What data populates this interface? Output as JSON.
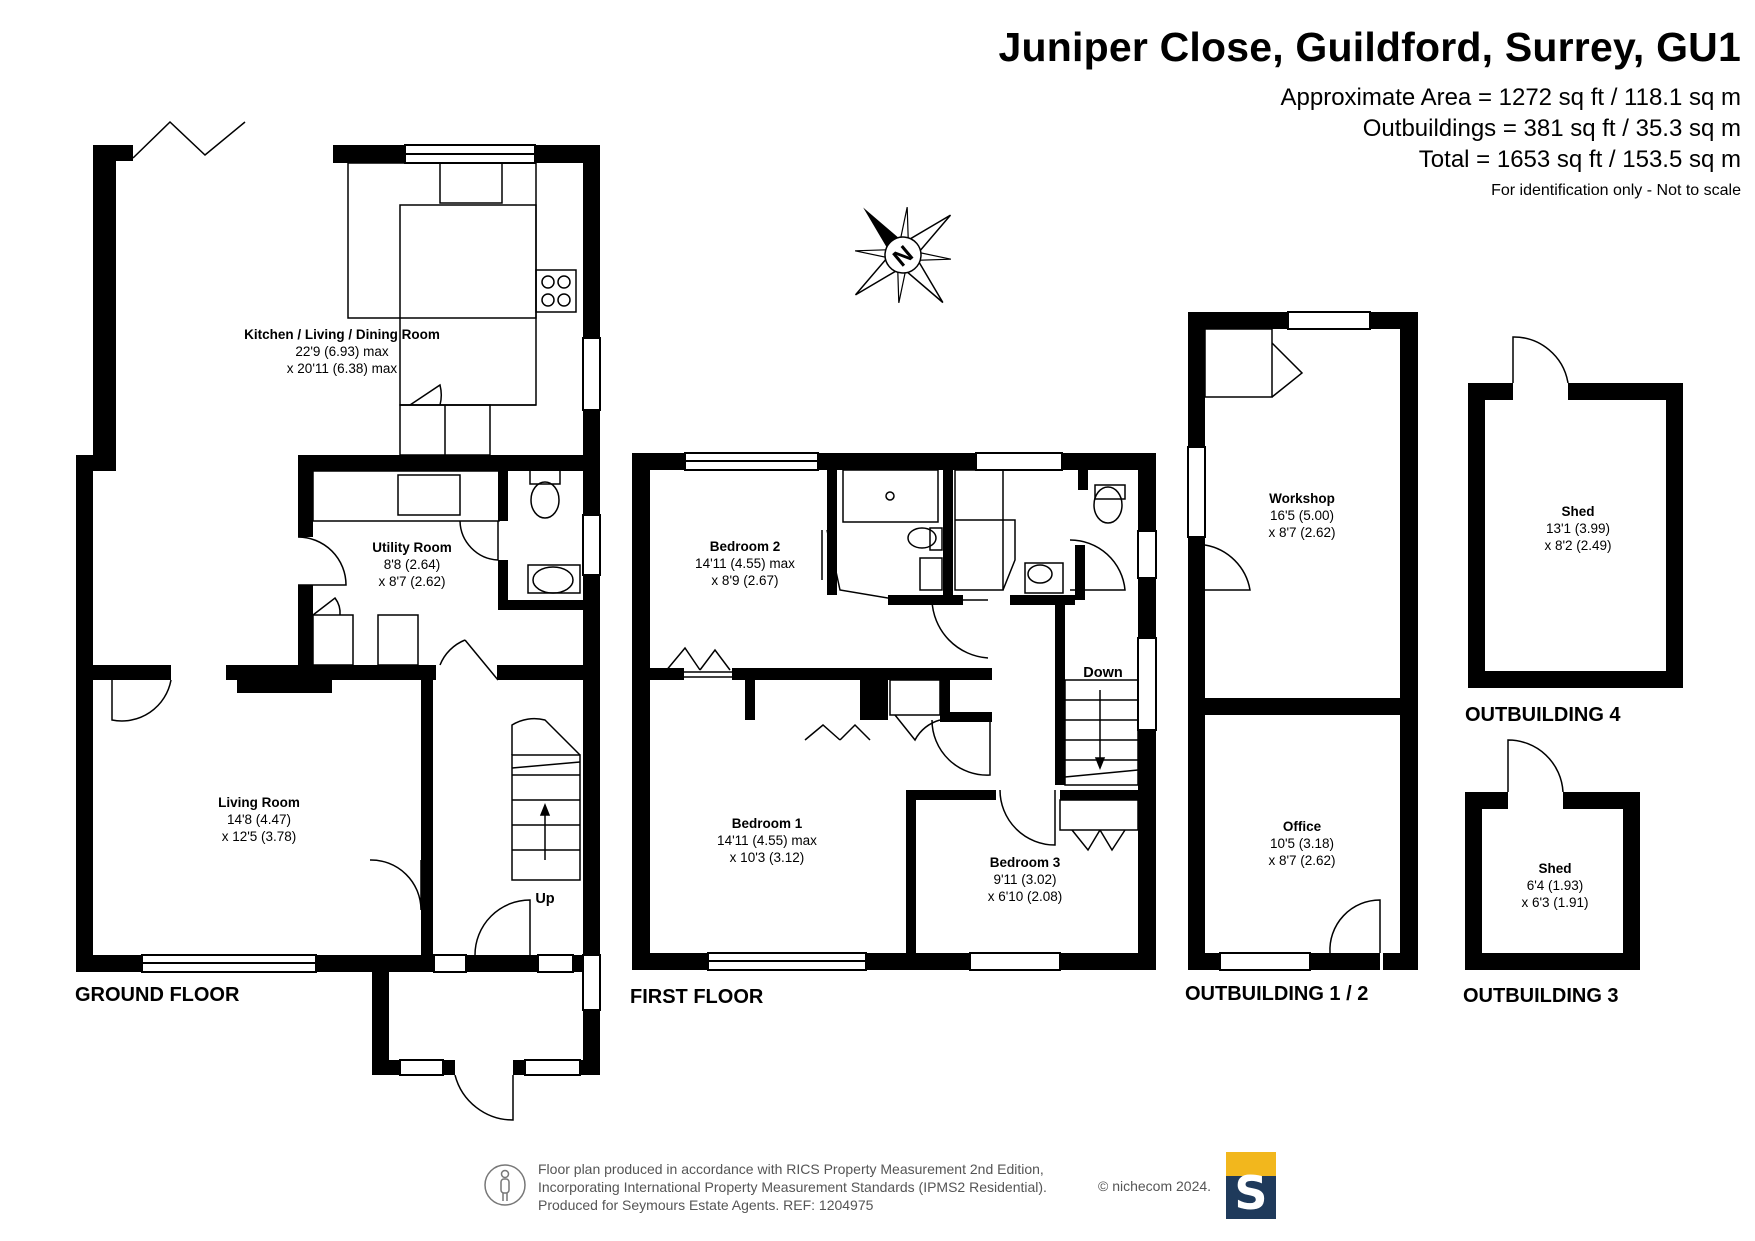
{
  "header": {
    "title": "Juniper Close, Guildford, Surrey, GU1",
    "area": "Approximate Area = 1272 sq ft / 118.1 sq m",
    "outbuildings": "Outbuildings = 381 sq ft / 35.3 sq m",
    "total": "Total = 1653 sq ft / 153.5 sq m",
    "note": "For identification only - Not to scale"
  },
  "compass": {
    "letter": "N"
  },
  "ground_floor": {
    "label": "GROUND FLOOR",
    "up_label": "Up",
    "rooms": [
      {
        "name": "Kitchen / Living / Dining Room",
        "dim1": "22'9 (6.93) max",
        "dim2": "x 20'11 (6.38) max"
      },
      {
        "name": "Utility Room",
        "dim1": "8'8 (2.64)",
        "dim2": "x 8'7 (2.62)"
      },
      {
        "name": "Living Room",
        "dim1": "14'8 (4.47)",
        "dim2": "x 12'5 (3.78)"
      }
    ]
  },
  "first_floor": {
    "label": "FIRST FLOOR",
    "down_label": "Down",
    "rooms": [
      {
        "name": "Bedroom 2",
        "dim1": "14'11 (4.55) max",
        "dim2": "x 8'9 (2.67)"
      },
      {
        "name": "Bedroom 1",
        "dim1": "14'11 (4.55) max",
        "dim2": "x 10'3 (3.12)"
      },
      {
        "name": "Bedroom 3",
        "dim1": "9'11 (3.02)",
        "dim2": "x 6'10 (2.08)"
      }
    ]
  },
  "outbuilding_12": {
    "label": "OUTBUILDING 1 / 2",
    "rooms": [
      {
        "name": "Workshop",
        "dim1": "16'5 (5.00)",
        "dim2": "x 8'7 (2.62)"
      },
      {
        "name": "Office",
        "dim1": "10'5 (3.18)",
        "dim2": "x 8'7 (2.62)"
      }
    ]
  },
  "outbuilding_4": {
    "label": "OUTBUILDING 4",
    "rooms": [
      {
        "name": "Shed",
        "dim1": "13'1 (3.99)",
        "dim2": "x 8'2 (2.49)"
      }
    ]
  },
  "outbuilding_3": {
    "label": "OUTBUILDING 3",
    "rooms": [
      {
        "name": "Shed",
        "dim1": "6'4 (1.93)",
        "dim2": "x 6'3 (1.91)"
      }
    ]
  },
  "footer": {
    "line1": "Floor plan produced in accordance with RICS Property Measurement 2nd Edition,",
    "line2": "Incorporating International Property Measurement Standards (IPMS2 Residential).",
    "line3": "Produced for Seymours Estate Agents.   REF: 1204975",
    "copyright": "© nichecom 2024.",
    "logo_letter": "S"
  },
  "colors": {
    "wall": "#000000",
    "background": "#ffffff",
    "logo_blue": "#1f3a5b",
    "logo_gold": "#f2b71d"
  },
  "icons": [
    "compass-rose-icon",
    "person-standard-icon"
  ]
}
